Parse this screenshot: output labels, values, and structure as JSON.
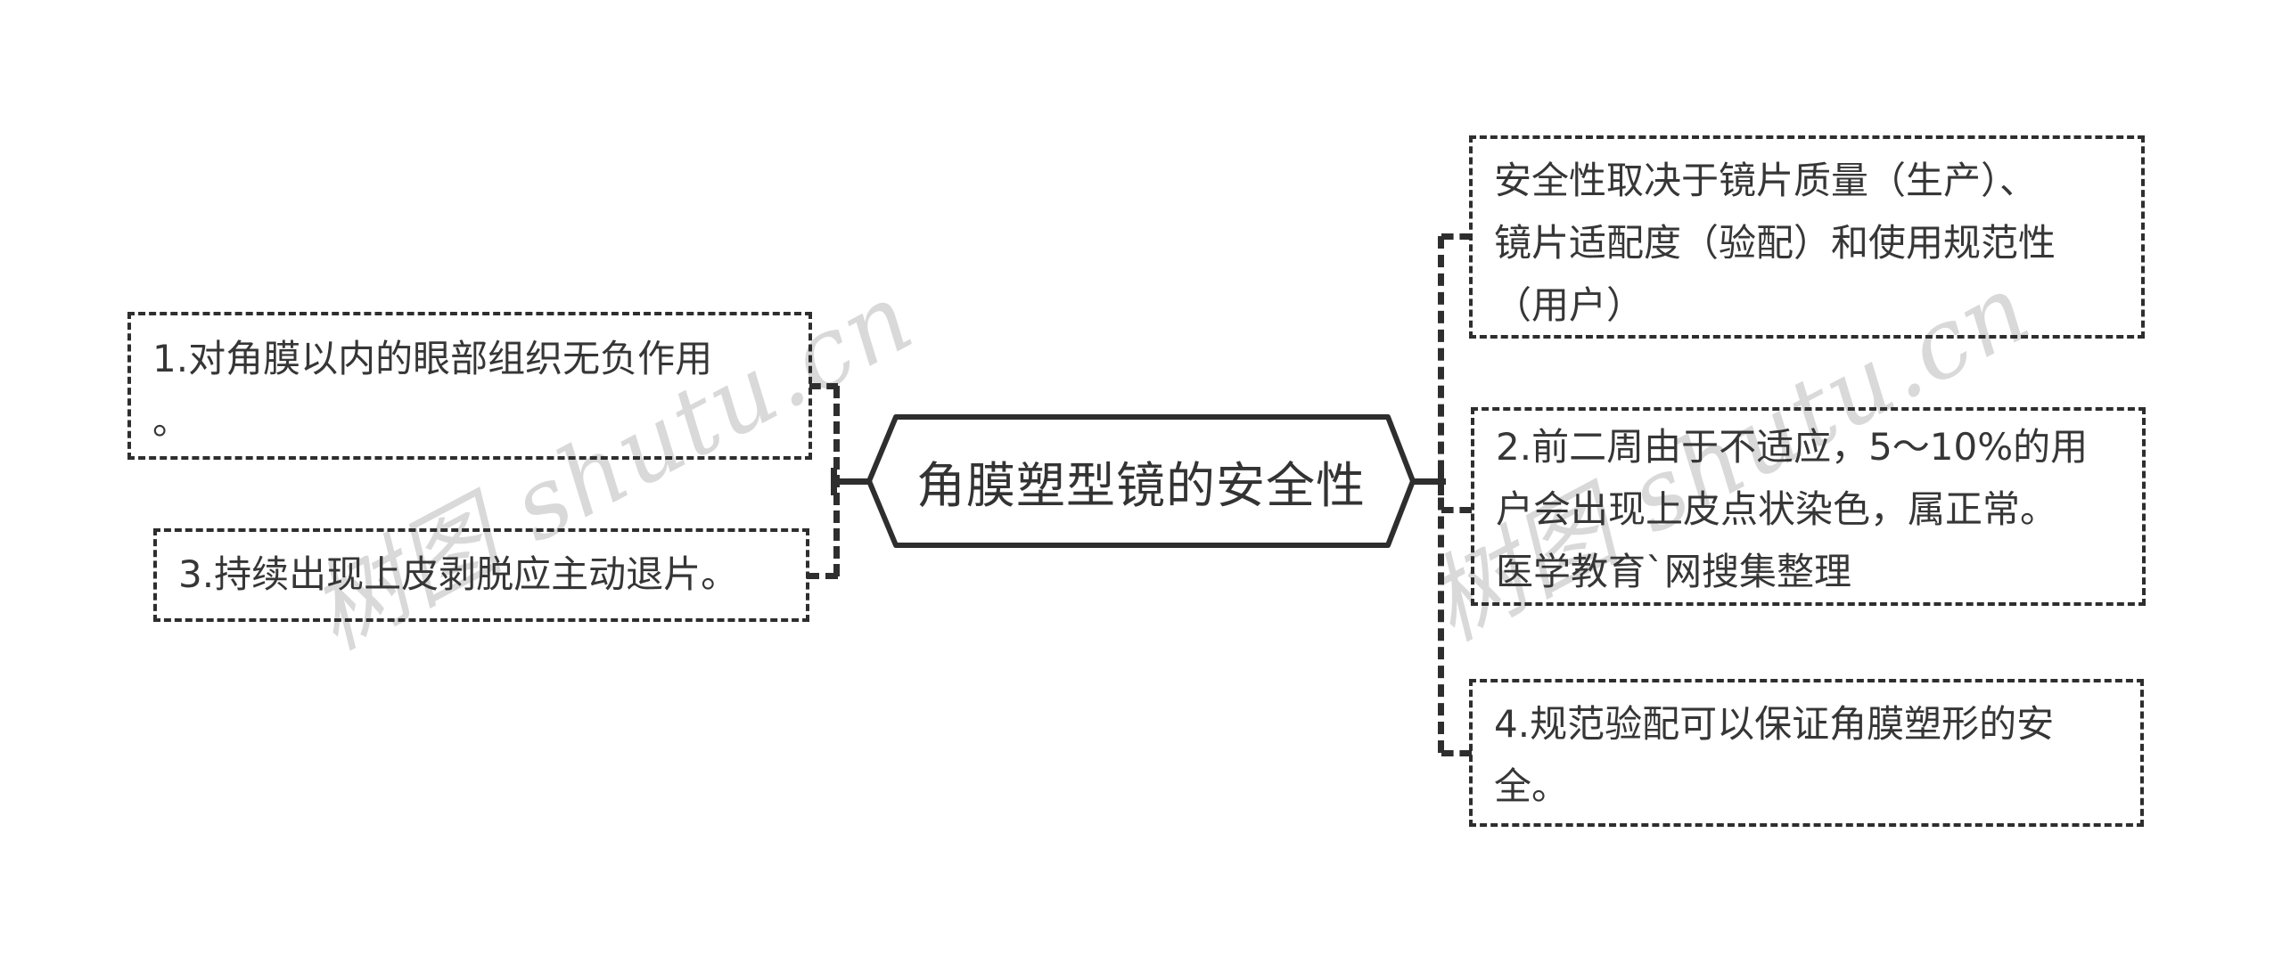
{
  "root": {
    "label": "角膜塑型镜的安全性"
  },
  "nodes": {
    "left": [
      {
        "name": "no-negative-effect",
        "lines": [
          "1.对角膜以内的眼部组织无负作用",
          "。"
        ]
      },
      {
        "name": "stop-wearing-on-peeling",
        "lines": [
          "3.持续出现上皮剥脱应主动退片。"
        ]
      }
    ],
    "right": [
      {
        "name": "safety-depends-on",
        "lines": [
          "安全性取决于镜片质量（生产）、",
          "镜片适配度（验配）和使用规范性",
          "（用户）"
        ]
      },
      {
        "name": "first-two-weeks-staining",
        "lines": [
          "2.前二周由于不适应，5～10%的用",
          "户会出现上皮点状染色，属正常。",
          "医学教育`网搜集整理"
        ]
      },
      {
        "name": "standard-fitting-guarantee",
        "lines": [
          "4.规范验配可以保证角膜塑形的安",
          "全。"
        ]
      }
    ]
  },
  "watermark": {
    "text": "树图 shutu.cn"
  },
  "colors": {
    "ink": "#2e2e2e",
    "text": "#363636",
    "watermark": "#d9d9d9",
    "background": "#ffffff"
  }
}
